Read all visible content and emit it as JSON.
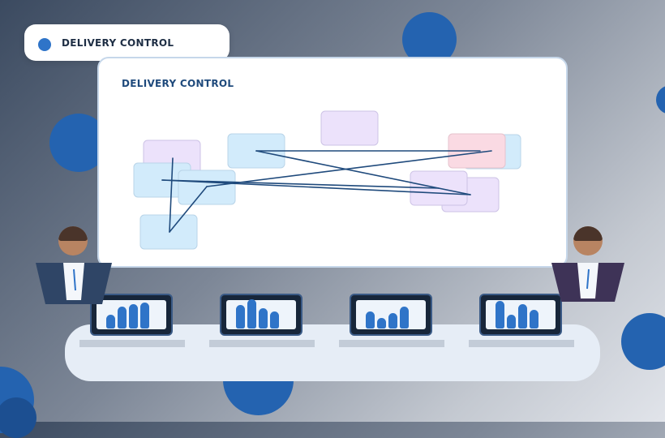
{
  "chip": {
    "label": "DELIVERY CONTROL",
    "dot_color": "#2f74c8"
  },
  "board": {
    "title": "DELIVERY CONTROL"
  },
  "colors": {
    "accent": "#2f74c8",
    "blob": "#2463b0",
    "line": "#1f4a7c",
    "card_blue": "#d2ebfb",
    "card_lavender": "#ece2fb",
    "card_pink": "#fadae3"
  },
  "monitors": [
    {
      "bars": [
        0.45,
        0.7,
        0.8,
        0.85
      ]
    },
    {
      "bars": [
        0.75,
        0.95,
        0.65,
        0.55
      ]
    },
    {
      "bars": [
        0.55,
        0.35,
        0.5,
        0.7
      ]
    },
    {
      "bars": [
        0.9,
        0.45,
        0.8,
        0.6
      ]
    }
  ]
}
